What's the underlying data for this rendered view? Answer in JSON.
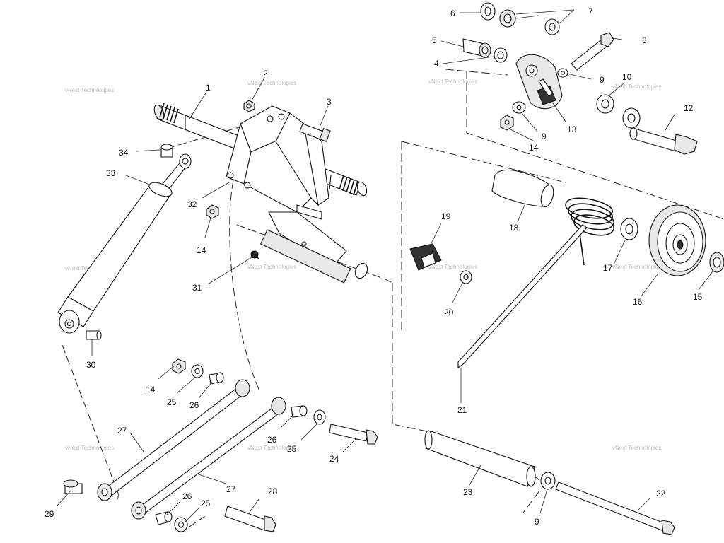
{
  "callouts": {
    "c1": "1",
    "c2": "2",
    "c3": "3",
    "c4": "4",
    "c5": "5",
    "c6": "6",
    "c7": "7",
    "c8": "8",
    "c9a": "9",
    "c9b": "9",
    "c9c": "9",
    "c10": "10",
    "c12": "12",
    "c13": "13",
    "c14a": "14",
    "c14b": "14",
    "c14c": "14",
    "c15": "15",
    "c16": "16",
    "c17": "17",
    "c18": "18",
    "c19": "19",
    "c20": "20",
    "c21": "21",
    "c22": "22",
    "c23": "23",
    "c24": "24",
    "c25a": "25",
    "c25b": "25",
    "c25c": "25",
    "c26a": "26",
    "c26b": "26",
    "c26c": "26",
    "c27a": "27",
    "c27b": "27",
    "c28": "28",
    "c29": "29",
    "c30": "30",
    "c31": "31",
    "c32": "32",
    "c33": "33",
    "c34": "34"
  },
  "watermark": "vNext Technologies"
}
